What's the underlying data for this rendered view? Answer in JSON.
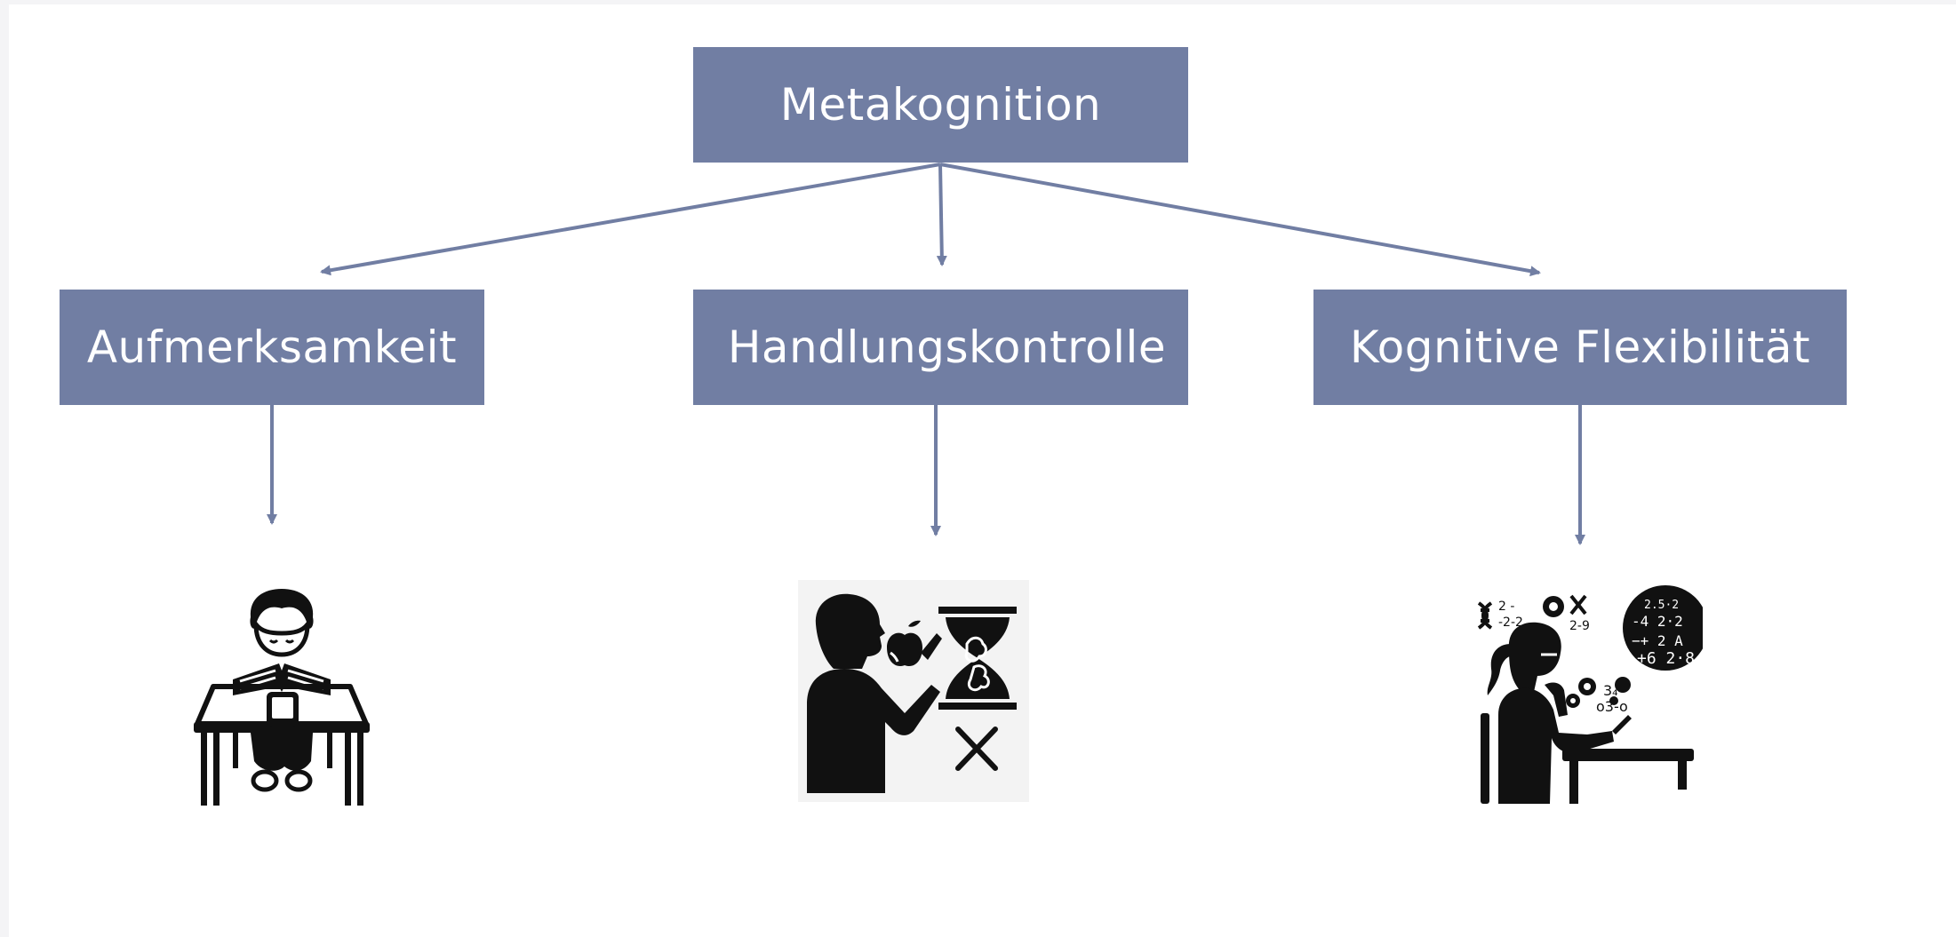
{
  "diagram": {
    "root": {
      "label": "Metakognition"
    },
    "children": [
      {
        "label": "Aufmerksamkeit",
        "icon": "child-reading-at-desk-icon"
      },
      {
        "label": "Handlungskontrolle",
        "icon": "person-eating-apple-hourglass-icon"
      },
      {
        "label": "Kognitive Flexibilität",
        "icon": "girl-thinking-math-icon"
      }
    ]
  },
  "colors": {
    "box_fill": "#717ea3",
    "box_text": "#ffffff",
    "arrow": "#717ea3",
    "icon": "#111111"
  }
}
